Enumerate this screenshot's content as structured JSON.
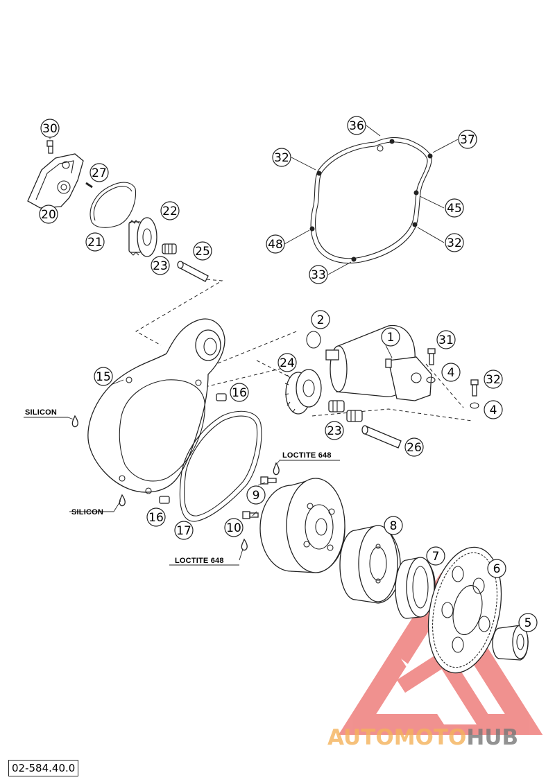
{
  "diagram_code": "02-584.40.0",
  "notes": {
    "silicon_1": "SILICON",
    "silicon_2": "SILICON",
    "loctite_1": "LOCTITE 648",
    "loctite_2": "LOCTITE 648"
  },
  "callouts": {
    "c30": "30",
    "c27": "27",
    "c20": "20",
    "c21": "21",
    "c22": "22",
    "c23a": "23",
    "c25": "25",
    "c36": "36",
    "c37": "37",
    "c32a": "32",
    "c45": "45",
    "c48": "48",
    "c32b": "32",
    "c33": "33",
    "c2": "2",
    "c1": "1",
    "c31": "31",
    "c4a": "4",
    "c32c": "32",
    "c4b": "4",
    "c15": "15",
    "c24": "24",
    "c16a": "16",
    "c23b": "23",
    "c26": "26",
    "c9": "9",
    "c16b": "16",
    "c10": "10",
    "c17": "17",
    "c8": "8",
    "c7": "7",
    "c6": "6",
    "c5": "5"
  },
  "watermark": {
    "part1": "AUTOMOTO",
    "part2": "HUB",
    "color_red": "#e53935",
    "color_orange": "#f4b15a",
    "color_gray": "#777777"
  }
}
